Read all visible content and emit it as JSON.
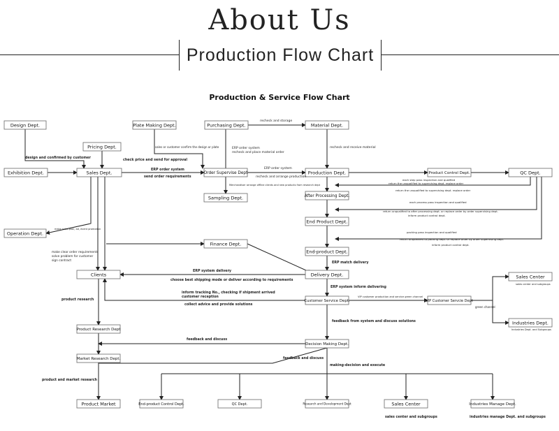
{
  "header": {
    "title": "About Us",
    "subtitle": "Production Flow Chart"
  },
  "chart_title": "Production & Service Flow Chart",
  "nodes": {
    "design": "Design Dept.",
    "plate": "Plate Making Dept.",
    "purchasing": "Purchasing Dept.",
    "material": "Material Dept.",
    "pricing": "Pricing Dept.",
    "exhibition": "Exhibition Dept.",
    "sales": "Sales Dept.",
    "supervise": "Order Supervise Dept",
    "production": "Production Dept.",
    "productcontrol": "Product Control Dept.",
    "qc": "QC Dept.",
    "sampling": "Sampling Dept.",
    "afterproc": "After Processing Dept.",
    "operation": "Operation Dept.",
    "endproduct": "End Product Dept.",
    "finance": "Finance Dept.",
    "endproduct2": "End-product Dept.",
    "clients": "Clients",
    "delivery": "Delivery Dept.",
    "salescenter": "Sales Center",
    "customerservice": "Customer Service Dept.",
    "vip": "VIP Customer Servcie Dept",
    "industries": "Industries Dept.",
    "research": "Product Research Dept",
    "decision": "Decision Making Dept.",
    "market": "Market Research Dept.",
    "productmarket": "Product Market",
    "b_endcontrol": "End-product Control Dept.",
    "b_qc": "QC Dept.",
    "b_rd": "Research and Development Dept",
    "b_salescenter": "Sales Center",
    "b_industries": "Industries Manage Dept."
  },
  "notes": {
    "recheck_storage": "recheck and storage",
    "design_confirmed": "design and confirmed by customer",
    "check_price": "check price and send for approval",
    "customer_confirm": "sales or customer confirm the design or plate",
    "erp_order_system_a": "ERP order system",
    "recheck_place": "recheck and place material order",
    "recheck_receive": "recheck and receive material",
    "erp_order_system_b": "ERP order system",
    "send_order": "send order requirements",
    "erp_order_system_c": "ERP order system",
    "recheck_arrange": "recheck and arrange production",
    "merchandiser": "Merchandiser arrange offline clients and new products from research dept",
    "each_step": "each step pass inspection and qualified",
    "return_unqualified_a": "return the unqualified to supervising dept. replace order",
    "return_unqualified_b": "return the unqualified to supervising dept. replace order",
    "each_process": "each process pass inspection and qualified",
    "return_after": "return unqualified to after processing dept. or replace order by order supervising dept.",
    "inform_control_a": "inform product control dept.",
    "make_sales_plan": "make sales plan, ad, event promotion",
    "packing_pass": "packing pass inspection and qualified",
    "return_packing": "return unqualified to packing dept. or replace order by order supervising dept.",
    "inform_control_b": "inform product control dept.",
    "make_clear": "make clear order requirements",
    "solve_problem": "solve problem for customer",
    "sign_contract": "sign contract",
    "erp_match": "ERP match delivery",
    "erp_system_delivery": "ERP system delivery",
    "choose_best": "choose best shipping mode or deliver according to requirements",
    "erp_inform": "ERP system inform delivering",
    "inform_tracking": "inform tracking No., checking if shipment arrived",
    "customer_reception": "customer reception",
    "vip_channel": "VIP customer production and service green channel",
    "product_research": "product research",
    "collect_advice": "collect advice and provide solutions",
    "green_channel": "green channel",
    "sales_center_sub": "sales center and subgroups",
    "feedback_system": "feedback from system and discuss solutions",
    "industries_sub": "Industries Dept. and Subgroups",
    "feedback_discuss_a": "feedback and discuss",
    "feedback_discuss_b": "feedback and discuss",
    "making_decision": "making-decision and execute",
    "product_market_research": "product and market research",
    "bottom_sales_sub": "sales center and subgroups",
    "bottom_industries_sub": "industries manage Dept. and subgroups"
  }
}
